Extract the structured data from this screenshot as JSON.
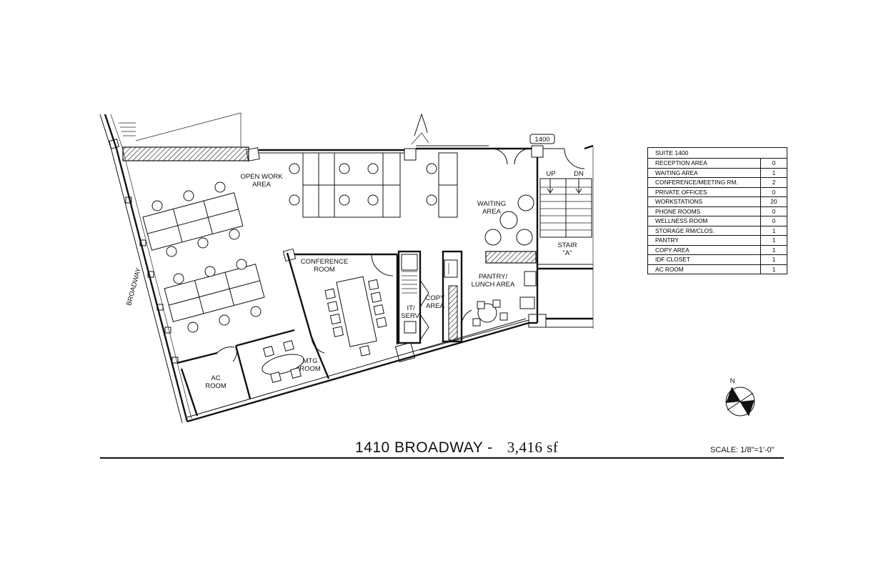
{
  "rooms": {
    "open_work_area": "OPEN WORK\nAREA",
    "waiting_area": "WAITING\nAREA",
    "conference_room": "CONFERENCE\nROOM",
    "copy_area": "COPY\nAREA",
    "it_serv": "IT/\nSERV.",
    "pantry": "PANTRY/\nLUNCH AREA",
    "stair": "STAIR\n\"A\"",
    "mtg_room": "MTG\nROOM",
    "ac_room": "AC\nROOM",
    "street": "BROADWAY",
    "stair_up": "UP",
    "stair_dn": "DN",
    "suite_tag": "1400",
    "north": "N"
  },
  "legend": {
    "title": "SUITE 1400",
    "rows": [
      {
        "name": "RECEPTION AREA",
        "value": "0"
      },
      {
        "name": "WAITING AREA",
        "value": "1"
      },
      {
        "name": "CONFERENCE/MEETING RM.",
        "value": "2"
      },
      {
        "name": "PRIVATE OFFICES",
        "value": "0"
      },
      {
        "name": "WORKSTATIONS",
        "value": "20"
      },
      {
        "name": "PHONE ROOMS",
        "value": "0"
      },
      {
        "name": "WELLNESS ROOM",
        "value": "0"
      },
      {
        "name": "STORAGE RM/CLOS.",
        "value": "1"
      },
      {
        "name": "PANTRY",
        "value": "1"
      },
      {
        "name": "COPY AREA",
        "value": "1"
      },
      {
        "name": "IDF CLOSET",
        "value": "1"
      },
      {
        "name": "AC ROOM",
        "value": "1"
      }
    ]
  },
  "footer": {
    "title": "1410 BROADWAY -",
    "area": "3,416 sf",
    "scale": "SCALE: 1/8\"=1'-0\""
  }
}
